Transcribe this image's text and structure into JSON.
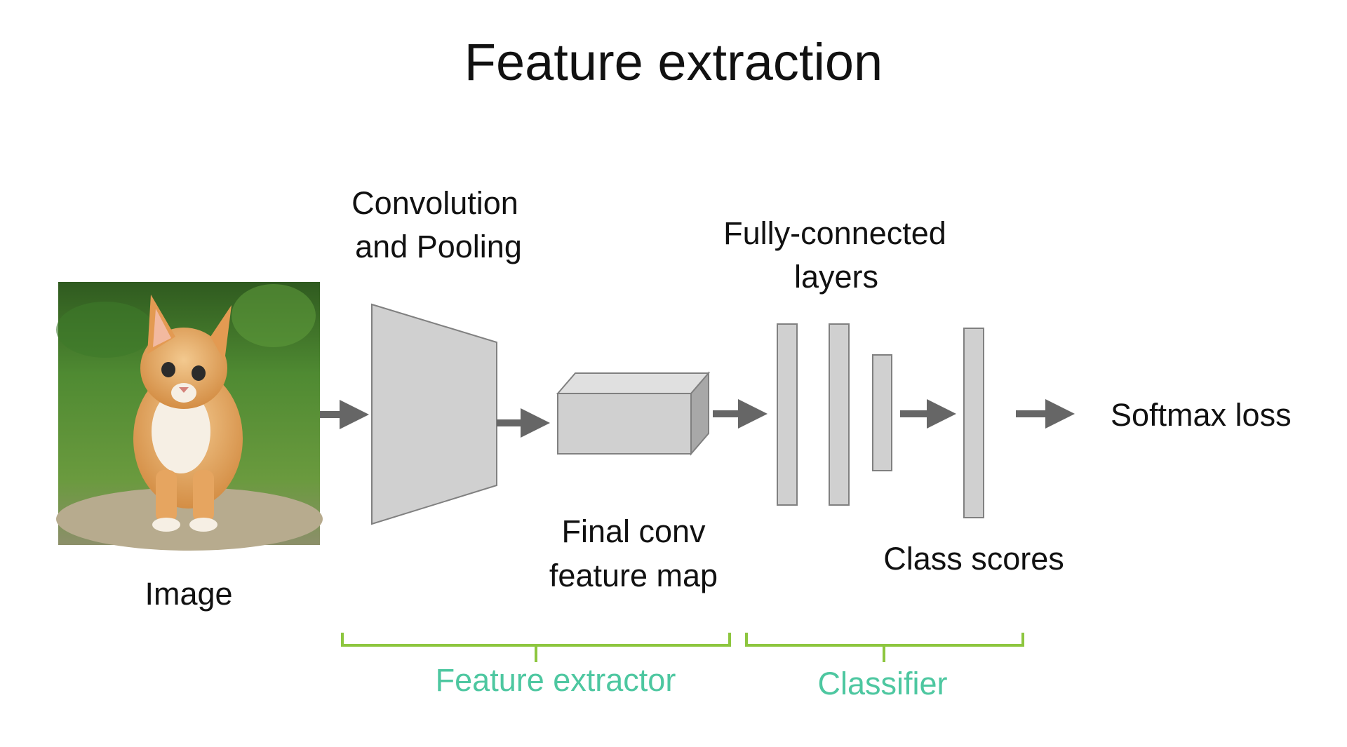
{
  "title": "Feature extraction",
  "labels": {
    "image": "Image",
    "conv_line1": "Convolution",
    "conv_line2": "and Pooling",
    "fmap_line1": "Final conv",
    "fmap_line2": "feature map",
    "fc_line1": "Fully-connected",
    "fc_line2": "layers",
    "class_scores": "Class scores",
    "softmax": "Softmax loss"
  },
  "groups": {
    "feature_extractor": "Feature extractor",
    "classifier": "Classifier"
  },
  "colors": {
    "bracket": "#8dc63f",
    "group_text": "#4dc7a0",
    "shape_fill": "#d0d0d0",
    "shape_stroke": "#808080",
    "arrow": "#666666"
  },
  "icons": {
    "image": "kitten-photo"
  }
}
